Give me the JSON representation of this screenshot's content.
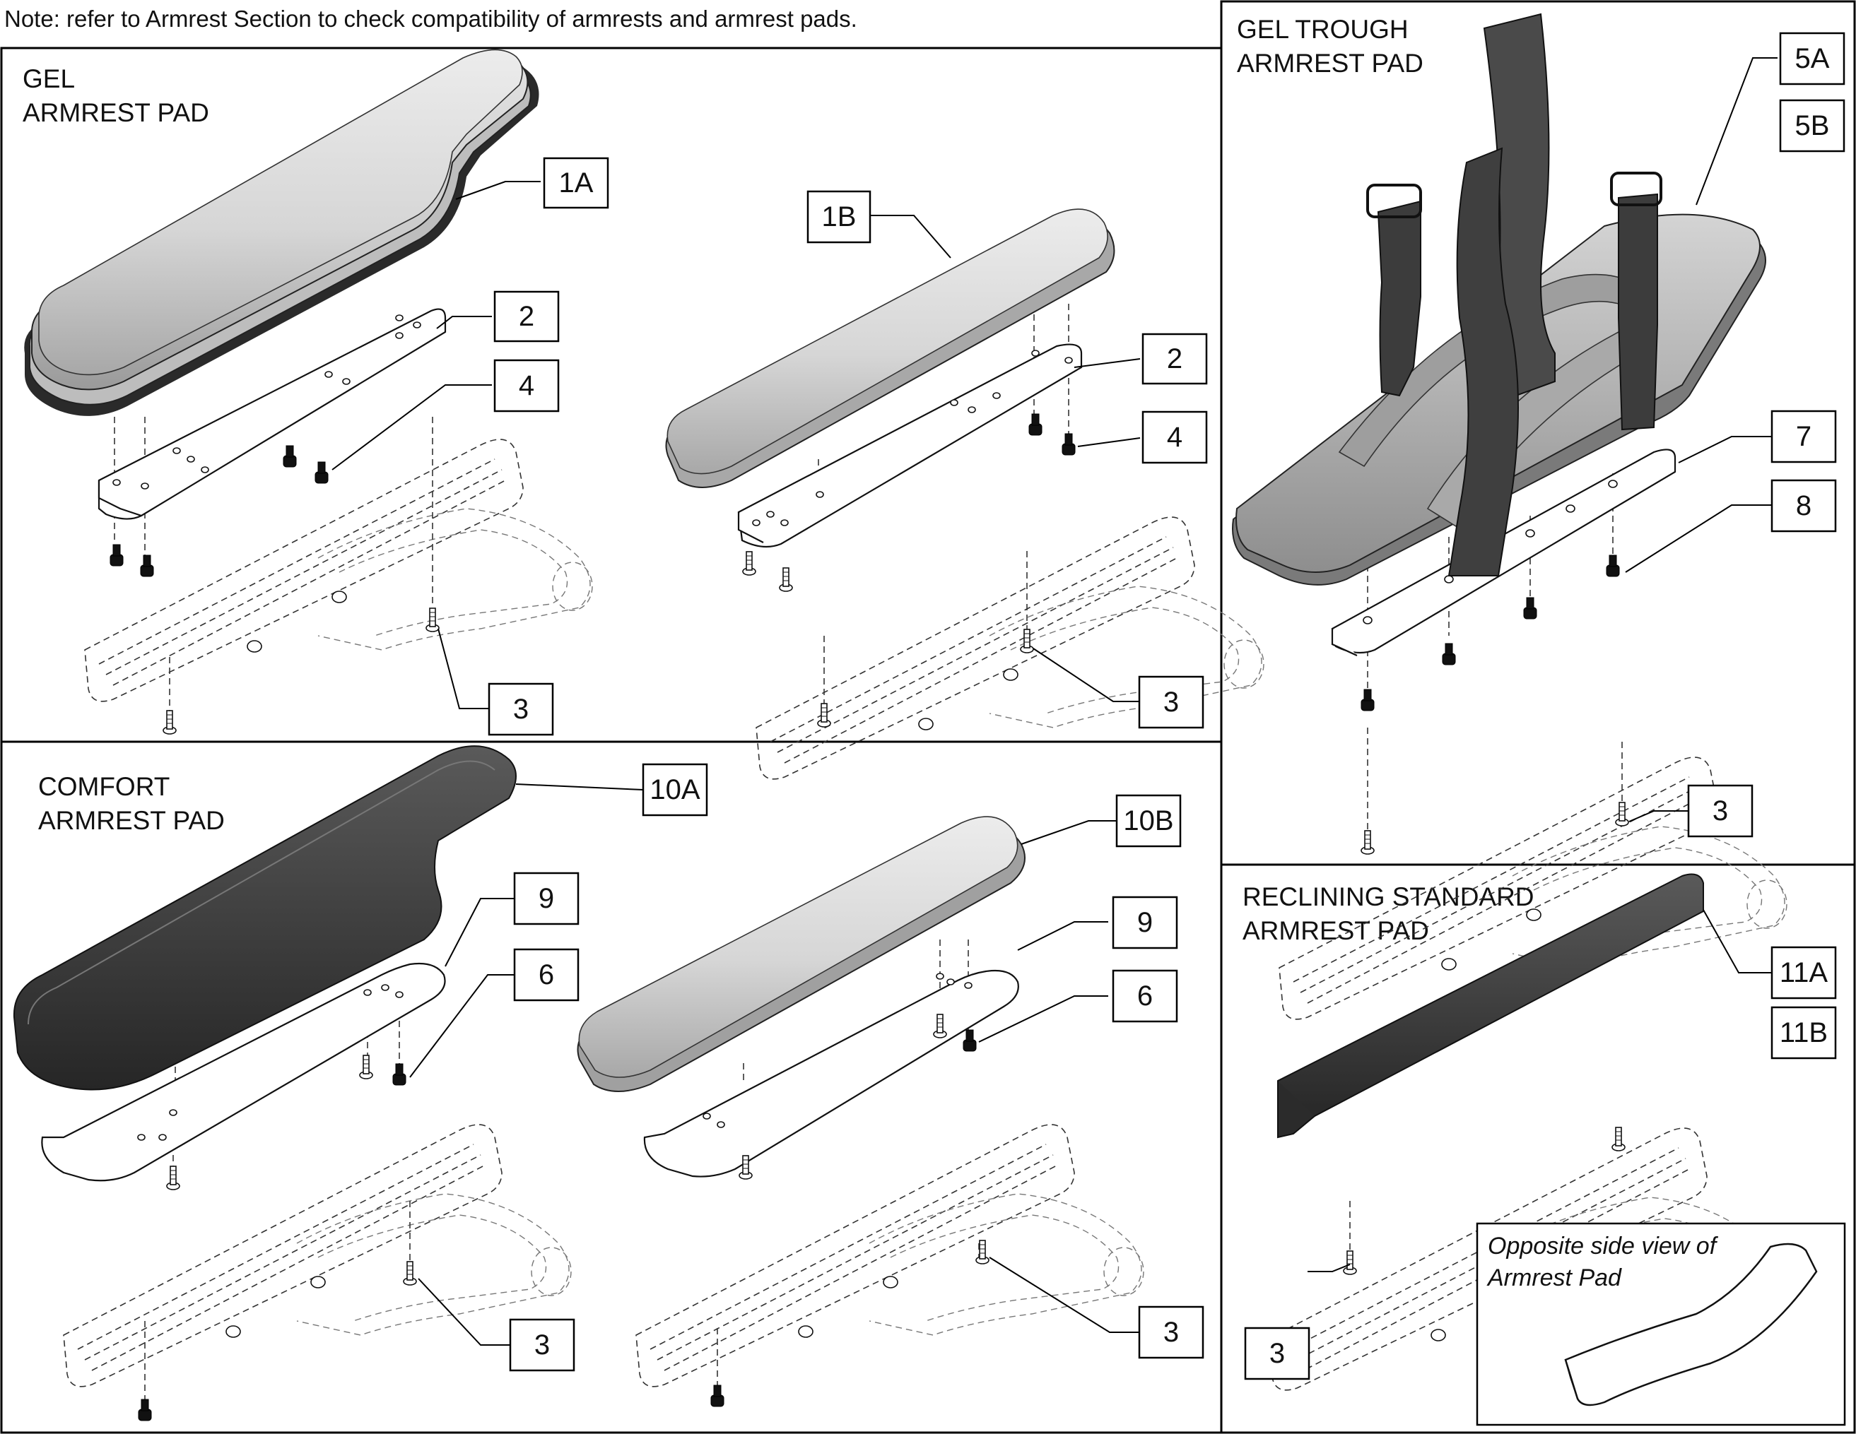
{
  "note": "Note: refer to Armrest Section to check compatibility of armrests and armrest pads.",
  "panels": {
    "gel": {
      "title_line1": "GEL",
      "title_line2": "ARMREST PAD"
    },
    "comfort": {
      "title_line1": "COMFORT",
      "title_line2": "ARMREST PAD"
    },
    "gel_trough": {
      "title_line1": "GEL TROUGH",
      "title_line2": "ARMREST PAD"
    },
    "reclining": {
      "title_line1": "RECLINING STANDARD",
      "title_line2": "ARMREST PAD"
    }
  },
  "inset": {
    "line1": "Opposite side view of",
    "line2": "Armrest Pad"
  },
  "callouts": [
    "1A",
    "1B",
    "2",
    "2",
    "4",
    "4",
    "3",
    "3",
    "5A",
    "5B",
    "7",
    "8",
    "3",
    "10A",
    "10B",
    "9",
    "9",
    "6",
    "6",
    "3",
    "3",
    "11A",
    "11B",
    "3"
  ],
  "colors": {
    "gel_pad": "#c9c9c9",
    "comfort_pad": "#3e3e3e",
    "strap": "#4a4a4a",
    "reclining_pad": "#3a3a3a"
  },
  "icons": [
    "armrest-frame",
    "mounting-plate",
    "screw",
    "gel-pad",
    "comfort-pad",
    "trough-pad",
    "strap",
    "reclining-pad"
  ]
}
